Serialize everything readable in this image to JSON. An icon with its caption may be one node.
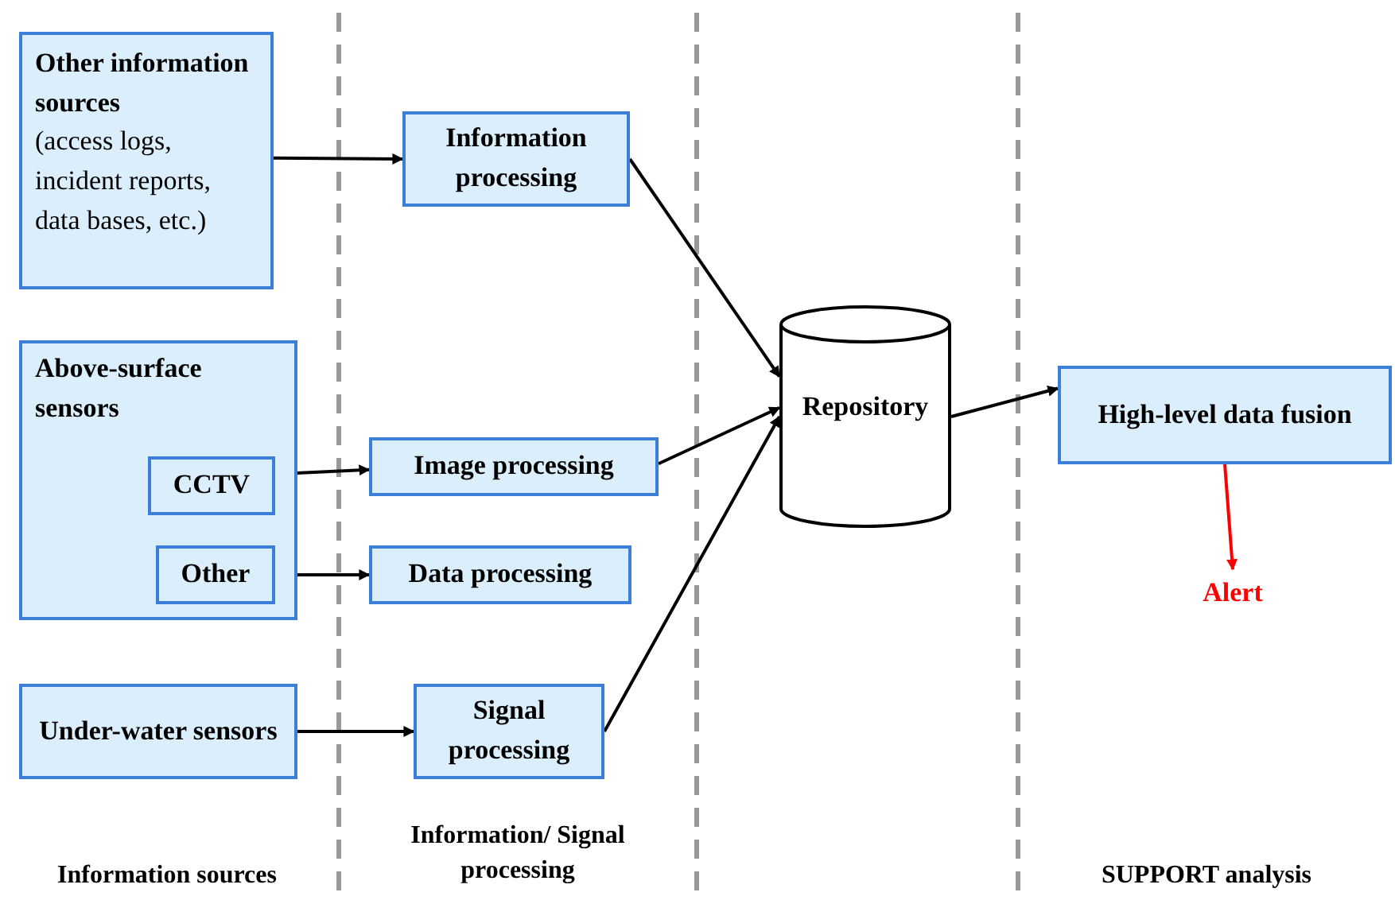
{
  "diagram": {
    "nodes": [
      {
        "text": [
          "Other information sources",
          "(access logs, incident reports, data bases, etc.)"
        ]
      },
      {
        "text": [
          "Information processing"
        ]
      },
      {
        "text": [
          "Above-surface sensors"
        ]
      },
      {
        "text": [
          "CCTV"
        ],
        "in": 2
      },
      {
        "text": [
          "Other"
        ],
        "in": 2
      },
      {
        "text": [
          "Image processing"
        ]
      },
      {
        "text": [
          "Data processing"
        ]
      },
      {
        "text": [
          "Under-water sensors"
        ]
      },
      {
        "text": [
          "Signal processing"
        ]
      },
      {
        "text": [
          "Repository"
        ]
      },
      {
        "text": [
          "High-level data fusion"
        ]
      },
      {
        "text": [
          "Alert"
        ]
      }
    ],
    "edges": [
      {
        "from": 0,
        "to": 1,
        "arrow": "to"
      },
      {
        "from": 1,
        "to": 9,
        "arrow": "to"
      },
      {
        "from": 3,
        "to": 5,
        "arrow": "to"
      },
      {
        "from": 4,
        "to": 6,
        "arrow": "to"
      },
      {
        "from": 5,
        "to": 9,
        "arrow": "to"
      },
      {
        "from": 7,
        "to": 8,
        "arrow": "to"
      },
      {
        "from": 8,
        "to": 9,
        "arrow": "to"
      },
      {
        "from": 9,
        "to": 10,
        "arrow": "to"
      },
      {
        "from": 10,
        "to": 11,
        "arrow": "to",
        "color": "#ff0000"
      }
    ],
    "labels": [
      "Information sources",
      "Information/ Signal processing",
      "SUPPORT analysis"
    ]
  }
}
